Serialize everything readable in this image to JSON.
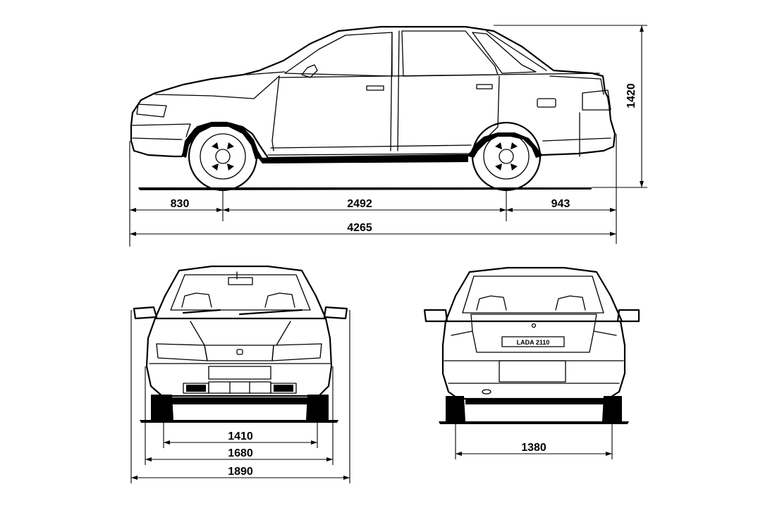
{
  "side_view": {
    "front_overhang": "830",
    "wheelbase": "2492",
    "rear_overhang": "943",
    "overall_length": "4265",
    "height": "1420"
  },
  "front_view": {
    "front_track": "1410",
    "body_width": "1680",
    "mirror_width": "1890"
  },
  "rear_view": {
    "badge": "LADA 2110",
    "rear_track": "1380"
  }
}
